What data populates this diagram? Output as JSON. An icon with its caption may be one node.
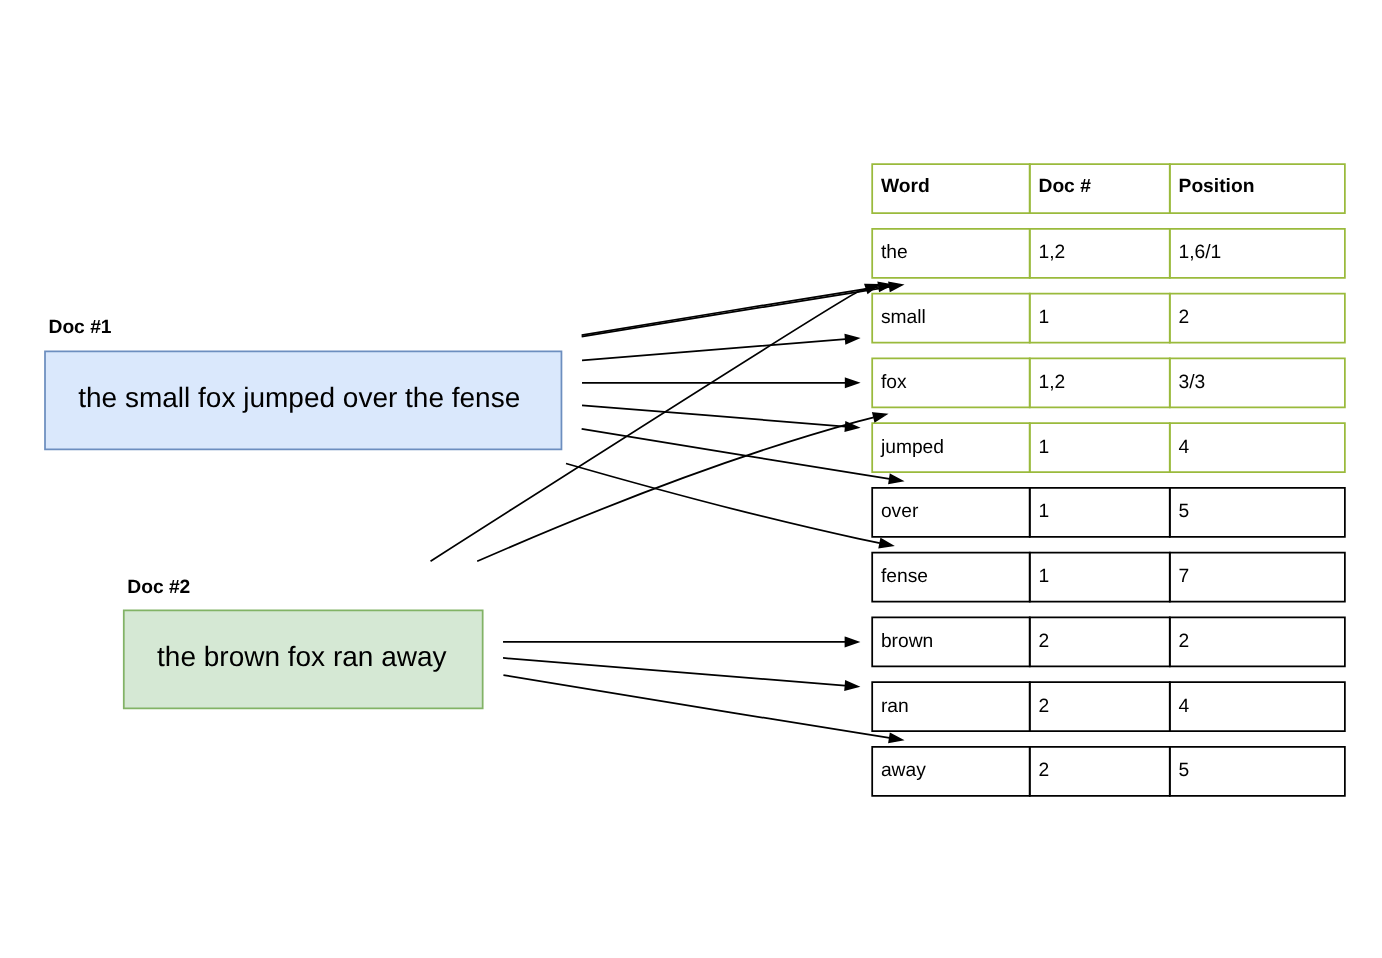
{
  "diagram": {
    "nodes": [
      {
        "text": [
          "Doc #1",
          "the small fox jumped over the fense"
        ]
      },
      {
        "text": [
          "Doc #2",
          "the brown fox ran away"
        ]
      },
      {
        "text": [
          "Word",
          "Doc #",
          "Position"
        ]
      },
      {
        "text": [
          "the",
          "1,2",
          "1,6/1"
        ]
      },
      {
        "text": [
          "small",
          "1",
          "2"
        ]
      },
      {
        "text": [
          "fox",
          "1,2",
          "3/3"
        ]
      },
      {
        "text": [
          "jumped",
          "1",
          "4"
        ]
      },
      {
        "text": [
          "over",
          "1",
          "5"
        ]
      },
      {
        "text": [
          "fense",
          "1",
          "7"
        ]
      },
      {
        "text": [
          "brown",
          "2",
          "2"
        ]
      },
      {
        "text": [
          "ran",
          "2",
          "4"
        ]
      },
      {
        "text": [
          "away",
          "2",
          "5"
        ]
      }
    ],
    "edges": [
      {
        "from": 0,
        "to": 3,
        "arrow": "to"
      },
      {
        "from": 0,
        "to": 4,
        "arrow": "to"
      },
      {
        "from": 0,
        "to": 5,
        "arrow": "to"
      },
      {
        "from": 0,
        "to": 6,
        "arrow": "to"
      },
      {
        "from": 0,
        "to": 7,
        "arrow": "to"
      },
      {
        "from": 0,
        "to": 3,
        "arrow": "to"
      },
      {
        "from": 0,
        "to": 8,
        "arrow": "to"
      },
      {
        "from": 1,
        "to": 3,
        "arrow": "to"
      },
      {
        "from": 1,
        "to": 9,
        "arrow": "to"
      },
      {
        "from": 1,
        "to": 5,
        "arrow": "to"
      },
      {
        "from": 1,
        "to": 10,
        "arrow": "to"
      },
      {
        "from": 1,
        "to": 11,
        "arrow": "to"
      }
    ]
  }
}
